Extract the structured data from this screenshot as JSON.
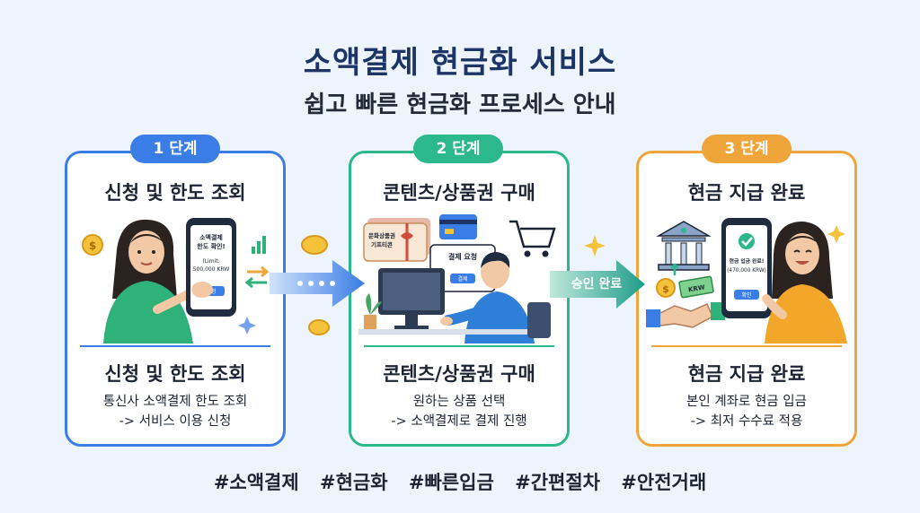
{
  "header": {
    "title": "소액결제 현금화 서비스",
    "subtitle": "쉽고 빠른 현금화 프로세스 안내"
  },
  "steps": [
    {
      "badge": "1 단계",
      "heading": "신청 및 한도 조회",
      "subheading": "신청 및 한도 조회",
      "desc_line1": "통신사 소액결제 한도 조회",
      "desc_line2": "-> 서비스 이용 신청",
      "phone_line1": "소액결제",
      "phone_line2": "한도 확인!",
      "phone_line3": "(Limit:",
      "phone_line4": "500,000 KRW",
      "phone_button": "신청",
      "accent": "#3b7de6"
    },
    {
      "badge": "2 단계",
      "heading": "콘텐츠/상품권 구매",
      "subheading": "콘텐츠/상품권 구매",
      "desc_line1": "원하는 상품 선택",
      "desc_line2": "-> 소액결제로 결제 진행",
      "giftcard_line1": "문화상품권",
      "giftcard_line2": "기프티콘",
      "screen_title": "결제 요청",
      "screen_button": "결제",
      "accent": "#2bb88a"
    },
    {
      "badge": "3 단계",
      "heading": "현금 지급 완료",
      "subheading": "현금 지급 완료",
      "desc_line1": "본인 계좌로 현금 입금",
      "desc_line2": "-> 최저 수수료 적용",
      "phone_line1": "현금 입금 완료!",
      "phone_line2": "(470,000 KRW)",
      "phone_button": "확인",
      "money_label": "KRW",
      "accent": "#f0a53a"
    }
  ],
  "transition": {
    "approval_label": "승인 완료"
  },
  "hashtags": [
    "#소액결제",
    "#현금화",
    "#빠른입금",
    "#간편절차",
    "#안전거래"
  ],
  "icons": [
    "coin-icon",
    "sparkle-icon",
    "bank-icon",
    "handshake-icon",
    "shopping-cart-icon",
    "credit-card-icon",
    "monitor-icon",
    "check-icon"
  ]
}
